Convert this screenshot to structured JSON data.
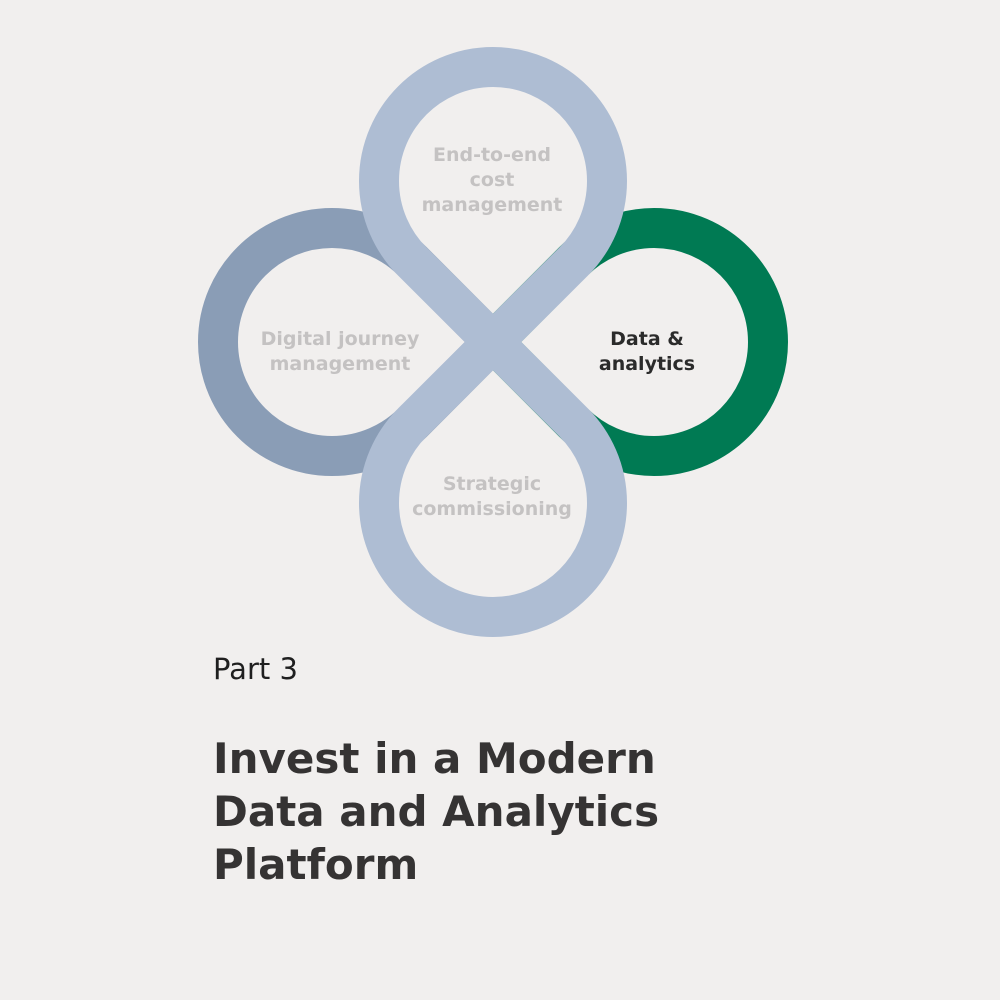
{
  "diagram": {
    "loops": [
      {
        "id": "digital",
        "label": "Digital journey management",
        "lines": [
          "Digital journey",
          "management"
        ],
        "color": "#8a9db6",
        "active": false,
        "direction": "left"
      },
      {
        "id": "data",
        "label": "Data & analytics",
        "lines": [
          "Data &",
          "analytics"
        ],
        "color": "#007a53",
        "active": true,
        "direction": "right"
      },
      {
        "id": "cost",
        "label": "End-to-end cost management",
        "lines": [
          "End-to-end",
          "cost",
          "management"
        ],
        "color": "#aebdd3",
        "active": false,
        "direction": "up"
      },
      {
        "id": "strategic",
        "label": "Strategic commissioning",
        "lines": [
          "Strategic",
          "commissioning"
        ],
        "color": "#aebdd3",
        "active": false,
        "direction": "down"
      }
    ]
  },
  "heading": {
    "part": "Part 3",
    "title_lines": [
      "Invest in a Modern",
      "Data and Analytics",
      "Platform"
    ]
  }
}
